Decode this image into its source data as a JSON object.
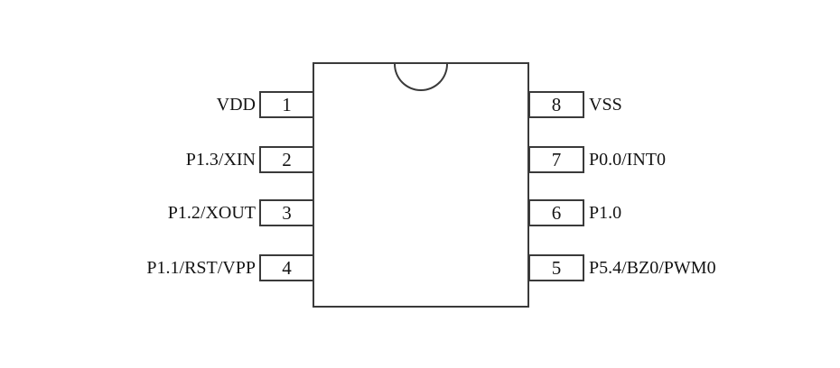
{
  "ic": {
    "package": "DIP-8 pinout diagram",
    "left_pins": [
      {
        "number": "1",
        "label": "VDD"
      },
      {
        "number": "2",
        "label": "P1.3/XIN"
      },
      {
        "number": "3",
        "label": "P1.2/XOUT"
      },
      {
        "number": "4",
        "label": "P1.1/RST/VPP"
      }
    ],
    "right_pins": [
      {
        "number": "8",
        "label": "VSS"
      },
      {
        "number": "7",
        "label": "P0.0/INT0"
      },
      {
        "number": "6",
        "label": "P1.0"
      },
      {
        "number": "5",
        "label": "P5.4/BZ0/PWM0"
      }
    ],
    "colors": {
      "line": "#3a3a3a",
      "text": "#141414",
      "background": "#ffffff"
    }
  }
}
